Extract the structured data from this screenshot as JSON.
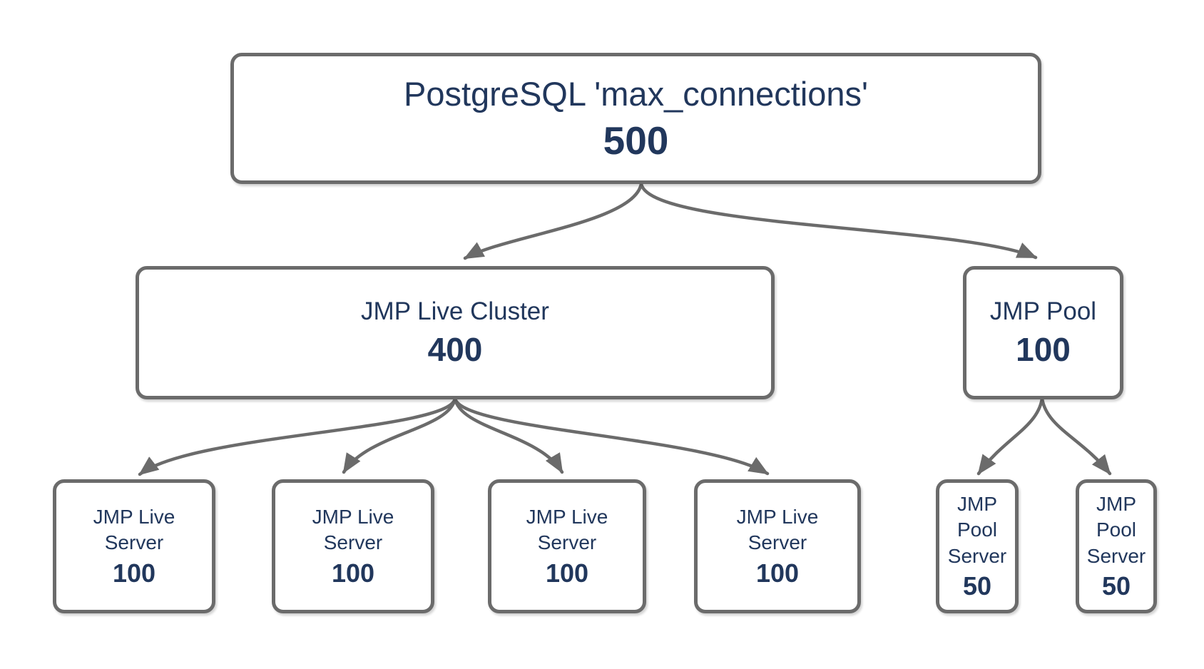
{
  "colors": {
    "bg": "#ffffff",
    "text": "#21375c",
    "border": "#6b6b6b",
    "arrow": "#6b6b6b"
  },
  "nodes": {
    "root": {
      "label": "PostgreSQL 'max_connections'",
      "value": "500"
    },
    "cluster": {
      "label": "JMP Live Cluster",
      "value": "400"
    },
    "pool": {
      "label": "JMP Pool",
      "value": "100"
    },
    "live_servers": [
      {
        "label": "JMP Live\nServer",
        "value": "100"
      },
      {
        "label": "JMP Live\nServer",
        "value": "100"
      },
      {
        "label": "JMP Live\nServer",
        "value": "100"
      },
      {
        "label": "JMP Live\nServer",
        "value": "100"
      }
    ],
    "pool_servers": [
      {
        "label": "JMP\nPool\nServer",
        "value": "50"
      },
      {
        "label": "JMP\nPool\nServer",
        "value": "50"
      }
    ]
  }
}
